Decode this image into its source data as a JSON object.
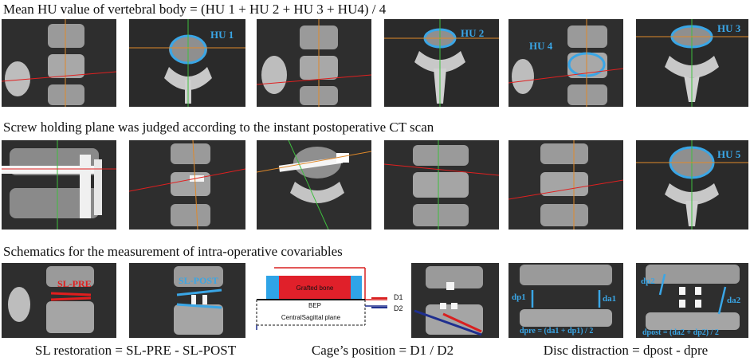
{
  "headings": {
    "row1": "Mean HU value of vertebral body = (HU 1 + HU 2 + HU 3 + HU4) / 4",
    "row2": "Screw holding plane was judged according to the instant postoperative CT scan",
    "row3": "Schematics for the measurement of intra-operative covariables"
  },
  "labels": {
    "hu1": "HU 1",
    "hu2": "HU 2",
    "hu3": "HU 3",
    "hu4": "HU 4",
    "hu5": "HU 5",
    "sl_pre": "SL-PRE",
    "sl_post": "SL-POST",
    "grafted_bone": "Grafted bone",
    "bep": "BEP",
    "central_sagittal": "CentralSagittal plane",
    "d1": "D1",
    "d2": "D2",
    "dp1": "dp1",
    "da1": "da1",
    "dp2": "dp2",
    "da2": "da2",
    "dpre_formula": "dpre = (da1 + dp1) / 2",
    "dpost_formula": "dpost = (da2 + dp2) / 2"
  },
  "captions": {
    "sl": "SL restoration = SL-PRE - SL-POST",
    "cage": "Cage’s position = D1 / D2",
    "disc": "Disc distraction = dpost - dpre"
  },
  "colors": {
    "annotation_blue": "#3aa6e6",
    "annotation_red": "#e01e1e",
    "axis_green": "#3fbf3f",
    "axis_orange": "#e0892a",
    "d1_line": "#d92020",
    "d2_line": "#1f2f8f"
  }
}
